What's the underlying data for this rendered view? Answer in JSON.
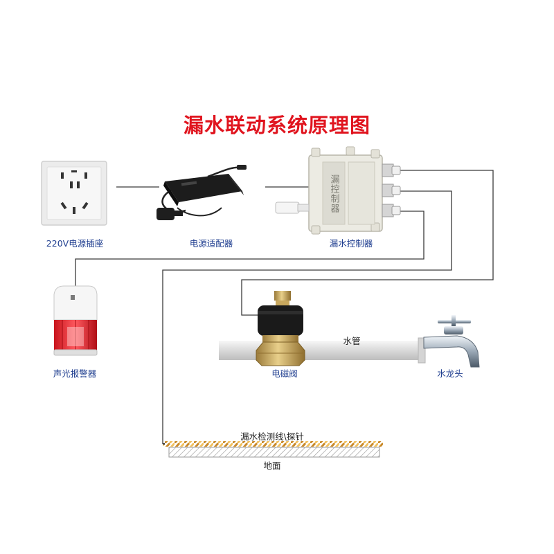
{
  "title": "漏水联动系统原理图",
  "colors": {
    "title": "#e0141e",
    "label": "#1e3d8f",
    "wire": "#3a3a3a",
    "pipe": "#e4e4e4"
  },
  "labels": {
    "socket": "220V电源插座",
    "adapter": "电源适配器",
    "controller": "漏水控制器",
    "alarm": "声光报警器",
    "valve": "电磁阀",
    "pipe": "水管",
    "faucet": "水龙头",
    "sensor": "漏水检测线\\探针",
    "floor": "地面"
  },
  "device_texts": {
    "controller_face": "漏控制器"
  },
  "icons": {
    "socket": "power-socket-icon",
    "adapter": "power-adapter-icon",
    "controller": "controller-box-icon",
    "alarm": "siren-icon",
    "valve": "solenoid-valve-icon",
    "faucet": "faucet-icon",
    "sensor": "sensor-cable-icon"
  }
}
